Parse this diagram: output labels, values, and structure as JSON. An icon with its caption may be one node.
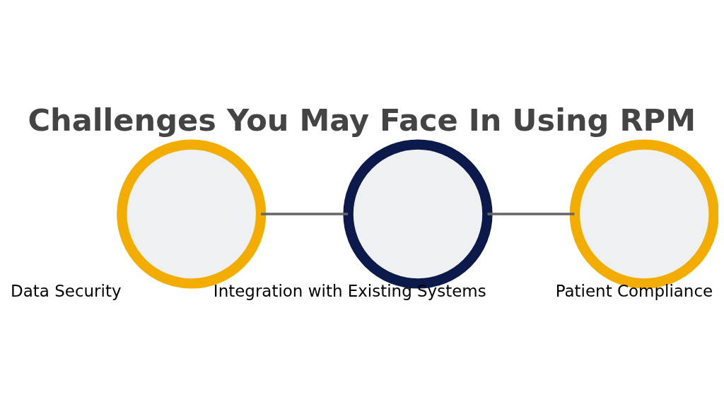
{
  "diagram": {
    "title": "Challenges You May Face In Using RPM",
    "nodes": [
      {
        "text": [
          "Data Security"
        ]
      },
      {
        "text": [
          "Integration with Existing Systems"
        ]
      },
      {
        "text": [
          "Patient Compliance"
        ]
      }
    ],
    "edges": [
      {
        "from": 0,
        "to": 1,
        "arrow": "none"
      },
      {
        "from": 1,
        "to": 2,
        "arrow": "none"
      }
    ]
  }
}
